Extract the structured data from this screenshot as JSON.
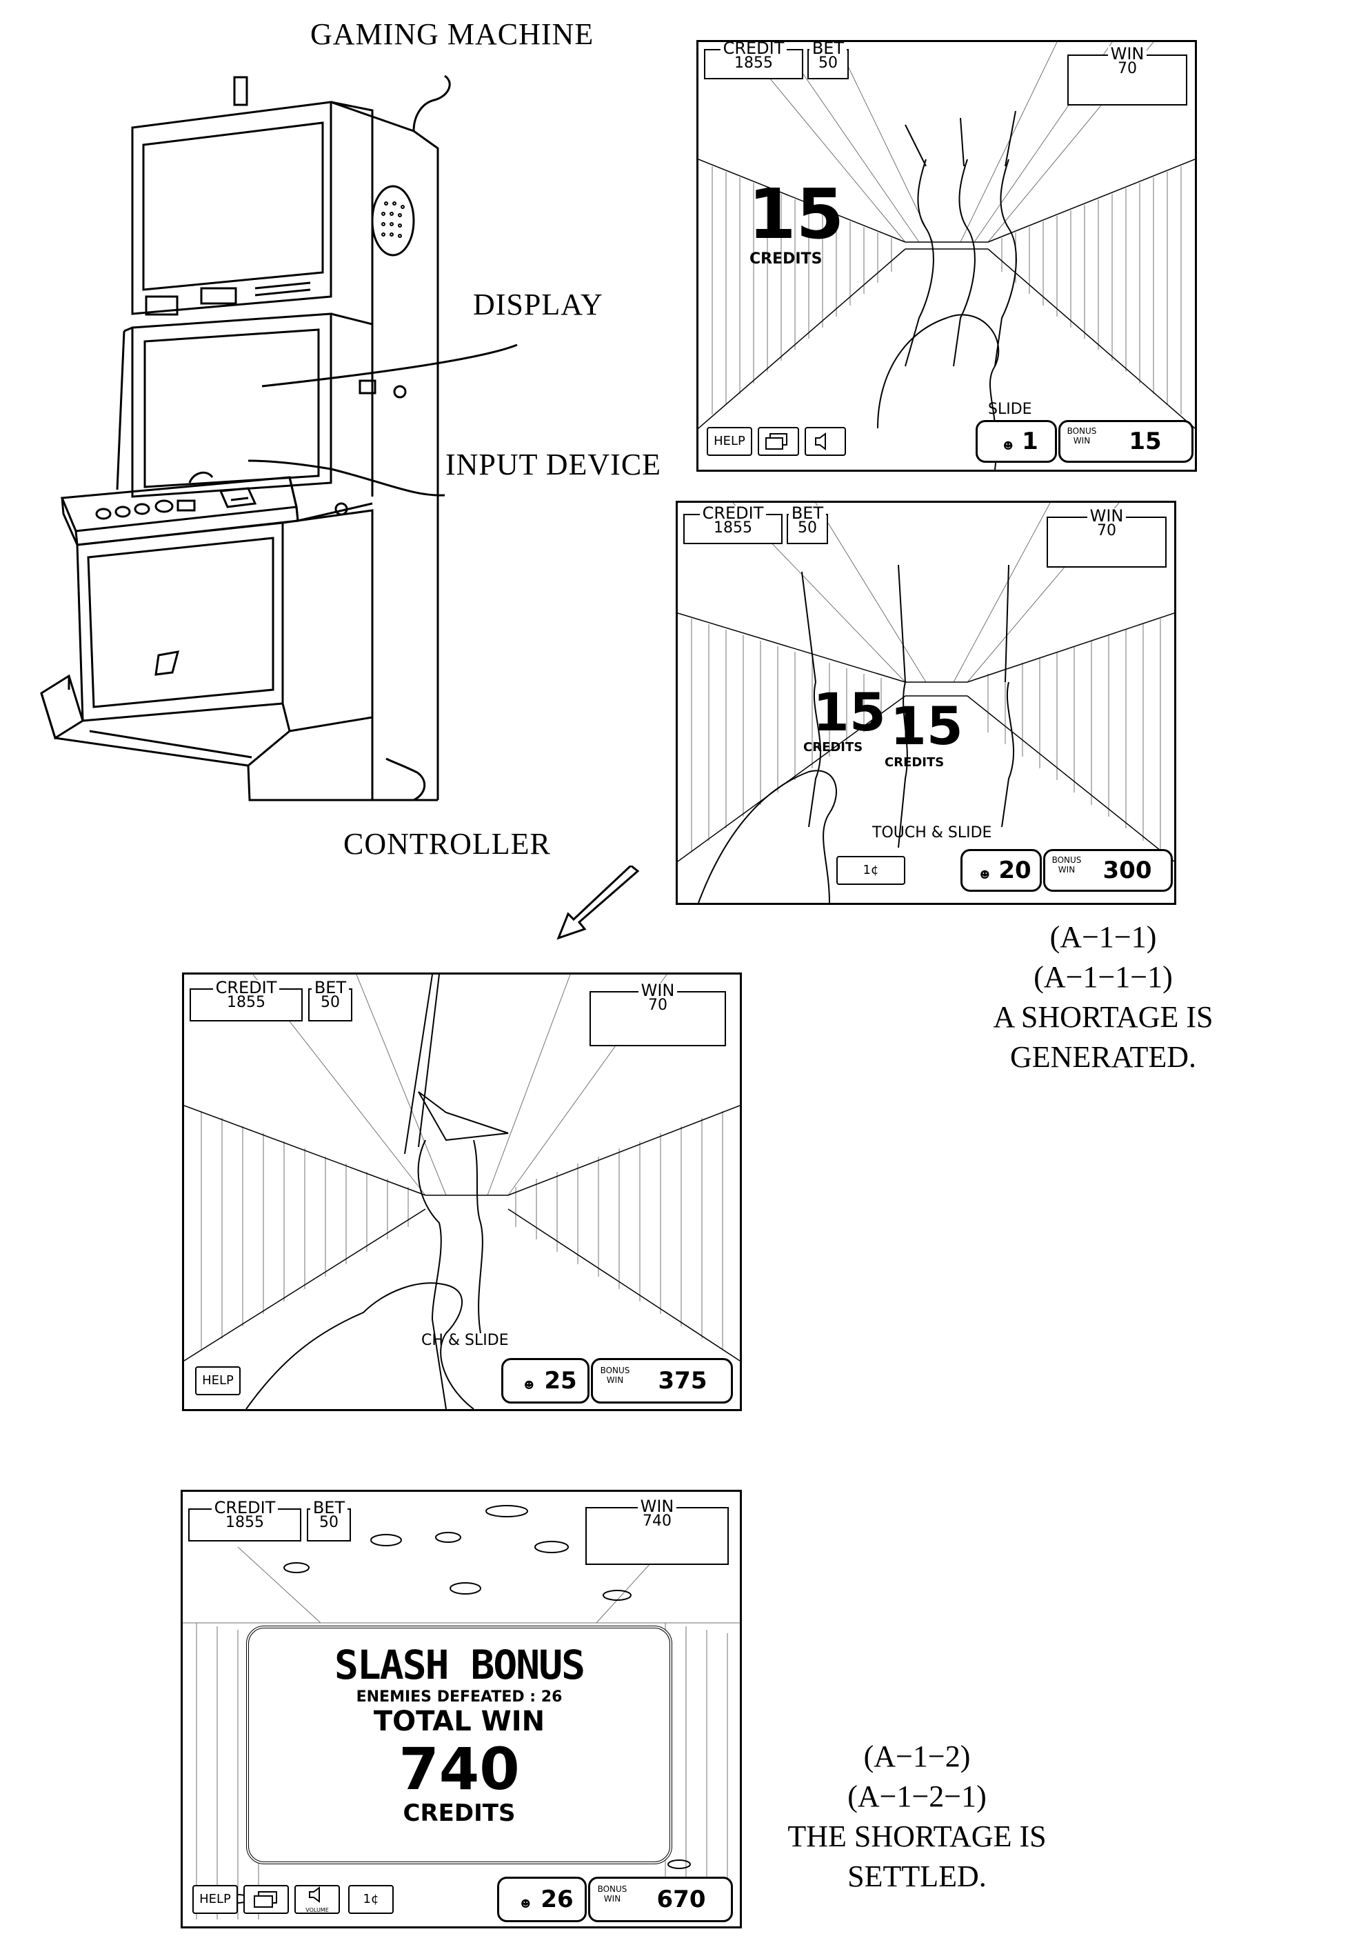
{
  "labels": {
    "gaming_machine": "GAMING MACHINE",
    "display": "DISPLAY",
    "input_device": "INPUT DEVICE",
    "controller": "CONTROLLER"
  },
  "captions": {
    "a1_line1": "(A−1−1)",
    "a1_line2": "(A−1−1−1)",
    "a1_line3": "A SHORTAGE IS",
    "a1_line4": "GENERATED.",
    "a2_line1": "(A−1−2)",
    "a2_line2": "(A−1−2−1)",
    "a2_line3": "THE SHORTAGE IS",
    "a2_line4": "SETTLED."
  },
  "screens": [
    {
      "credit_label": "CREDIT",
      "credit": "1855",
      "bet_label": "BET",
      "bet": "50",
      "win_label": "WIN",
      "win": "70",
      "popup_value": "15",
      "popup_unit": "CREDITS",
      "prompt": "SLIDE",
      "help": "HELP",
      "enemy_count": "1",
      "bonus_label": "BONUS WIN",
      "bonus_win": "15"
    },
    {
      "credit_label": "CREDIT",
      "credit": "1855",
      "bet_label": "BET",
      "bet": "50",
      "win_label": "WIN",
      "win": "70",
      "popup_value": "15",
      "popup_unit": "CREDITS",
      "popup2_value": "15",
      "popup2_unit": "CREDITS",
      "prompt": "TOUCH & SLIDE",
      "denom": "1¢",
      "enemy_count": "20",
      "bonus_label": "BONUS WIN",
      "bonus_win": "300"
    },
    {
      "credit_label": "CREDIT",
      "credit": "1855",
      "bet_label": "BET",
      "bet": "50",
      "win_label": "WIN",
      "win": "70",
      "prompt": "CH & SLIDE",
      "help": "HELP",
      "enemy_count": "25",
      "bonus_label": "BONUS WIN",
      "bonus_win": "375"
    },
    {
      "credit_label": "CREDIT",
      "credit": "1855",
      "bet_label": "BET",
      "bet": "50",
      "win_label": "WIN",
      "win": "740",
      "title": "SLASH BONUS",
      "enemies_defeated": "ENEMIES DEFEATED : 26",
      "total_win_label": "TOTAL WIN",
      "total_win": "740",
      "total_unit": "CREDITS",
      "help": "HELP",
      "volume": "VOLUME",
      "denom": "1¢",
      "enemy_count": "26",
      "bonus_label": "BONUS WIN",
      "bonus_win": "670"
    }
  ]
}
